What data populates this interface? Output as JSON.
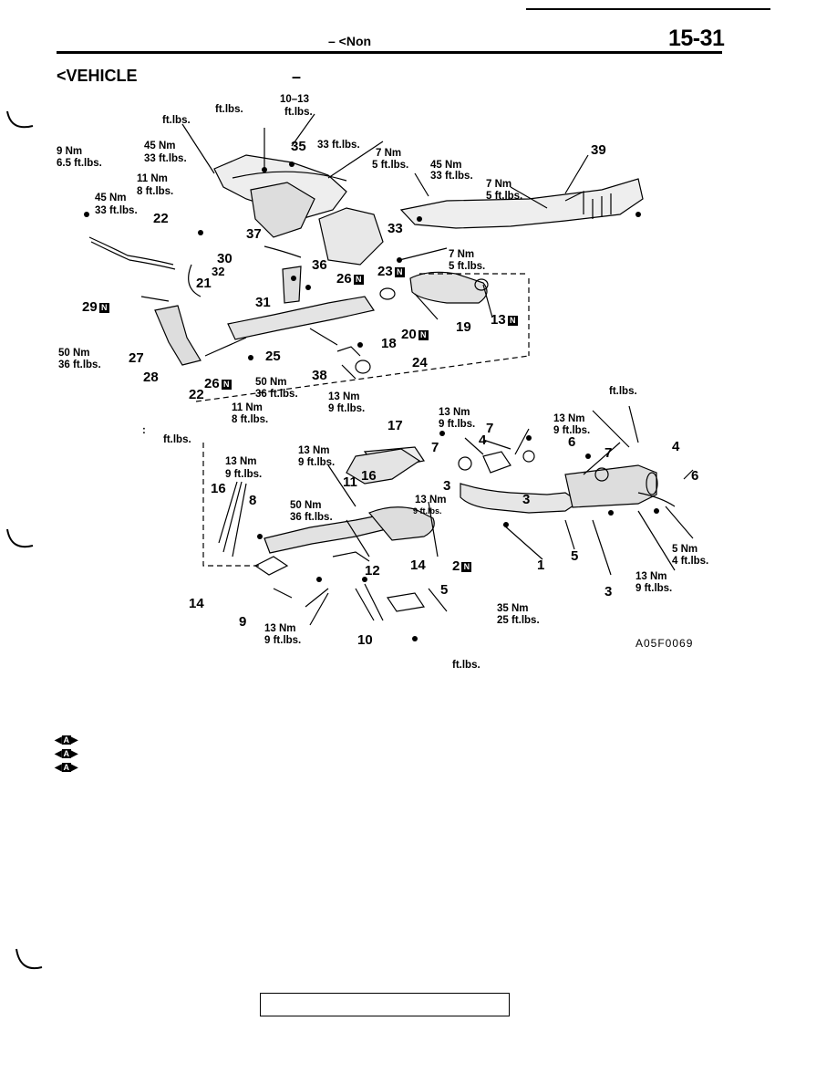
{
  "header": {
    "page_number": "15-31",
    "fragment": "– <Non",
    "section_title": "<VEHICLE",
    "title_dash": "–"
  },
  "figure": {
    "figure_id": "A05F0069",
    "n_badge": "N",
    "torque_labels": [
      {
        "id": "t1",
        "text": "10–13"
      },
      {
        "id": "t2",
        "text": "ft.lbs."
      },
      {
        "id": "t3",
        "text": "ft.lbs."
      },
      {
        "id": "t4",
        "text": "ft.lbs."
      },
      {
        "id": "t5",
        "text": "9 Nm"
      },
      {
        "id": "t6",
        "text": "6.5 ft.lbs."
      },
      {
        "id": "t7",
        "text": "45 Nm"
      },
      {
        "id": "t8",
        "text": "33 ft.lbs."
      },
      {
        "id": "t9",
        "text": "33 ft.lbs."
      },
      {
        "id": "t10",
        "text": "7 Nm"
      },
      {
        "id": "t11",
        "text": "5 ft.lbs."
      },
      {
        "id": "t12",
        "text": "45 Nm"
      },
      {
        "id": "t13",
        "text": "33 ft.lbs."
      },
      {
        "id": "t14",
        "text": "11 Nm"
      },
      {
        "id": "t15",
        "text": "8 ft.lbs."
      },
      {
        "id": "t16",
        "text": "45 Nm"
      },
      {
        "id": "t17",
        "text": "33 ft.lbs."
      },
      {
        "id": "t18",
        "text": "7 Nm"
      },
      {
        "id": "t19",
        "text": "5 ft.lbs."
      },
      {
        "id": "t20",
        "text": "7 Nm"
      },
      {
        "id": "t21",
        "text": "5 ft.lbs."
      },
      {
        "id": "t22",
        "text": "50 Nm"
      },
      {
        "id": "t23",
        "text": "36 ft.lbs."
      },
      {
        "id": "t24",
        "text": "50 Nm"
      },
      {
        "id": "t25",
        "text": "36 ft.lbs."
      },
      {
        "id": "t26",
        "text": "11 Nm"
      },
      {
        "id": "t27",
        "text": "8 ft.lbs."
      },
      {
        "id": "t28",
        "text": "13 Nm"
      },
      {
        "id": "t29",
        "text": "9 ft.lbs."
      },
      {
        "id": "t30",
        "text": "ft.lbs."
      },
      {
        "id": "t31",
        "text": "13 Nm"
      },
      {
        "id": "t32",
        "text": "9 ft.lbs."
      },
      {
        "id": "t33",
        "text": "13 Nm"
      },
      {
        "id": "t34",
        "text": "9 ft.lbs."
      },
      {
        "id": "t35",
        "text": "ft.lbs."
      },
      {
        "id": "t36",
        "text": "13 Nm"
      },
      {
        "id": "t37",
        "text": "9 ft.lbs."
      },
      {
        "id": "t38",
        "text": "13 Nm"
      },
      {
        "id": "t39",
        "text": "9 ft.lbs."
      },
      {
        "id": "t40",
        "text": "50 Nm"
      },
      {
        "id": "t41",
        "text": "36 ft.lbs."
      },
      {
        "id": "t42",
        "text": "13 Nm"
      },
      {
        "id": "t43",
        "text": "9 ft.lbs."
      },
      {
        "id": "t44",
        "text": "5 Nm"
      },
      {
        "id": "t45",
        "text": "4 ft.lbs."
      },
      {
        "id": "t46",
        "text": "13 Nm"
      },
      {
        "id": "t47",
        "text": "9 ft.lbs."
      },
      {
        "id": "t48",
        "text": "35 Nm"
      },
      {
        "id": "t49",
        "text": "25 ft.lbs."
      },
      {
        "id": "t50",
        "text": "13 Nm"
      },
      {
        "id": "t51",
        "text": "9 ft.lbs."
      },
      {
        "id": "t52",
        "text": "ft.lbs."
      }
    ],
    "callouts": [
      {
        "id": "c35",
        "text": "35"
      },
      {
        "id": "c39",
        "text": "39"
      },
      {
        "id": "c22a",
        "text": "22"
      },
      {
        "id": "c37",
        "text": "37"
      },
      {
        "id": "c33",
        "text": "33"
      },
      {
        "id": "c30",
        "text": "30"
      },
      {
        "id": "c32",
        "text": "32"
      },
      {
        "id": "c36",
        "text": "36"
      },
      {
        "id": "c26a",
        "text": "26"
      },
      {
        "id": "c23",
        "text": "23"
      },
      {
        "id": "c21",
        "text": "21"
      },
      {
        "id": "c31",
        "text": "31"
      },
      {
        "id": "c29",
        "text": "29"
      },
      {
        "id": "c13a",
        "text": "13"
      },
      {
        "id": "c20",
        "text": "20"
      },
      {
        "id": "c19",
        "text": "19"
      },
      {
        "id": "c27",
        "text": "27"
      },
      {
        "id": "c25",
        "text": "25"
      },
      {
        "id": "c18",
        "text": "18"
      },
      {
        "id": "c28",
        "text": "28"
      },
      {
        "id": "c24",
        "text": "24"
      },
      {
        "id": "c38",
        "text": "38"
      },
      {
        "id": "c26b",
        "text": "26"
      },
      {
        "id": "c22b",
        "text": "22"
      },
      {
        "id": "c17",
        "text": "17"
      },
      {
        "id": "c7a",
        "text": "7"
      },
      {
        "id": "c4a",
        "text": "4"
      },
      {
        "id": "c6a",
        "text": "6"
      },
      {
        "id": "c4b",
        "text": "4"
      },
      {
        "id": "c7b",
        "text": "7"
      },
      {
        "id": "c6b",
        "text": "6"
      },
      {
        "id": "c11",
        "text": "11"
      },
      {
        "id": "c16a",
        "text": "16"
      },
      {
        "id": "c7c",
        "text": "7"
      },
      {
        "id": "c3a",
        "text": "3"
      },
      {
        "id": "c3b",
        "text": "3"
      },
      {
        "id": "c16b",
        "text": "16"
      },
      {
        "id": "c8",
        "text": "8"
      },
      {
        "id": "c1",
        "text": "1"
      },
      {
        "id": "c5a",
        "text": "5"
      },
      {
        "id": "c2",
        "text": "2"
      },
      {
        "id": "c14a",
        "text": "14"
      },
      {
        "id": "c12",
        "text": "12"
      },
      {
        "id": "c14b",
        "text": "14"
      },
      {
        "id": "c5b",
        "text": "5"
      },
      {
        "id": "c3c",
        "text": "3"
      },
      {
        "id": "c9",
        "text": "9"
      },
      {
        "id": "c10",
        "text": "10"
      }
    ]
  },
  "markers": {
    "letter": "A"
  }
}
